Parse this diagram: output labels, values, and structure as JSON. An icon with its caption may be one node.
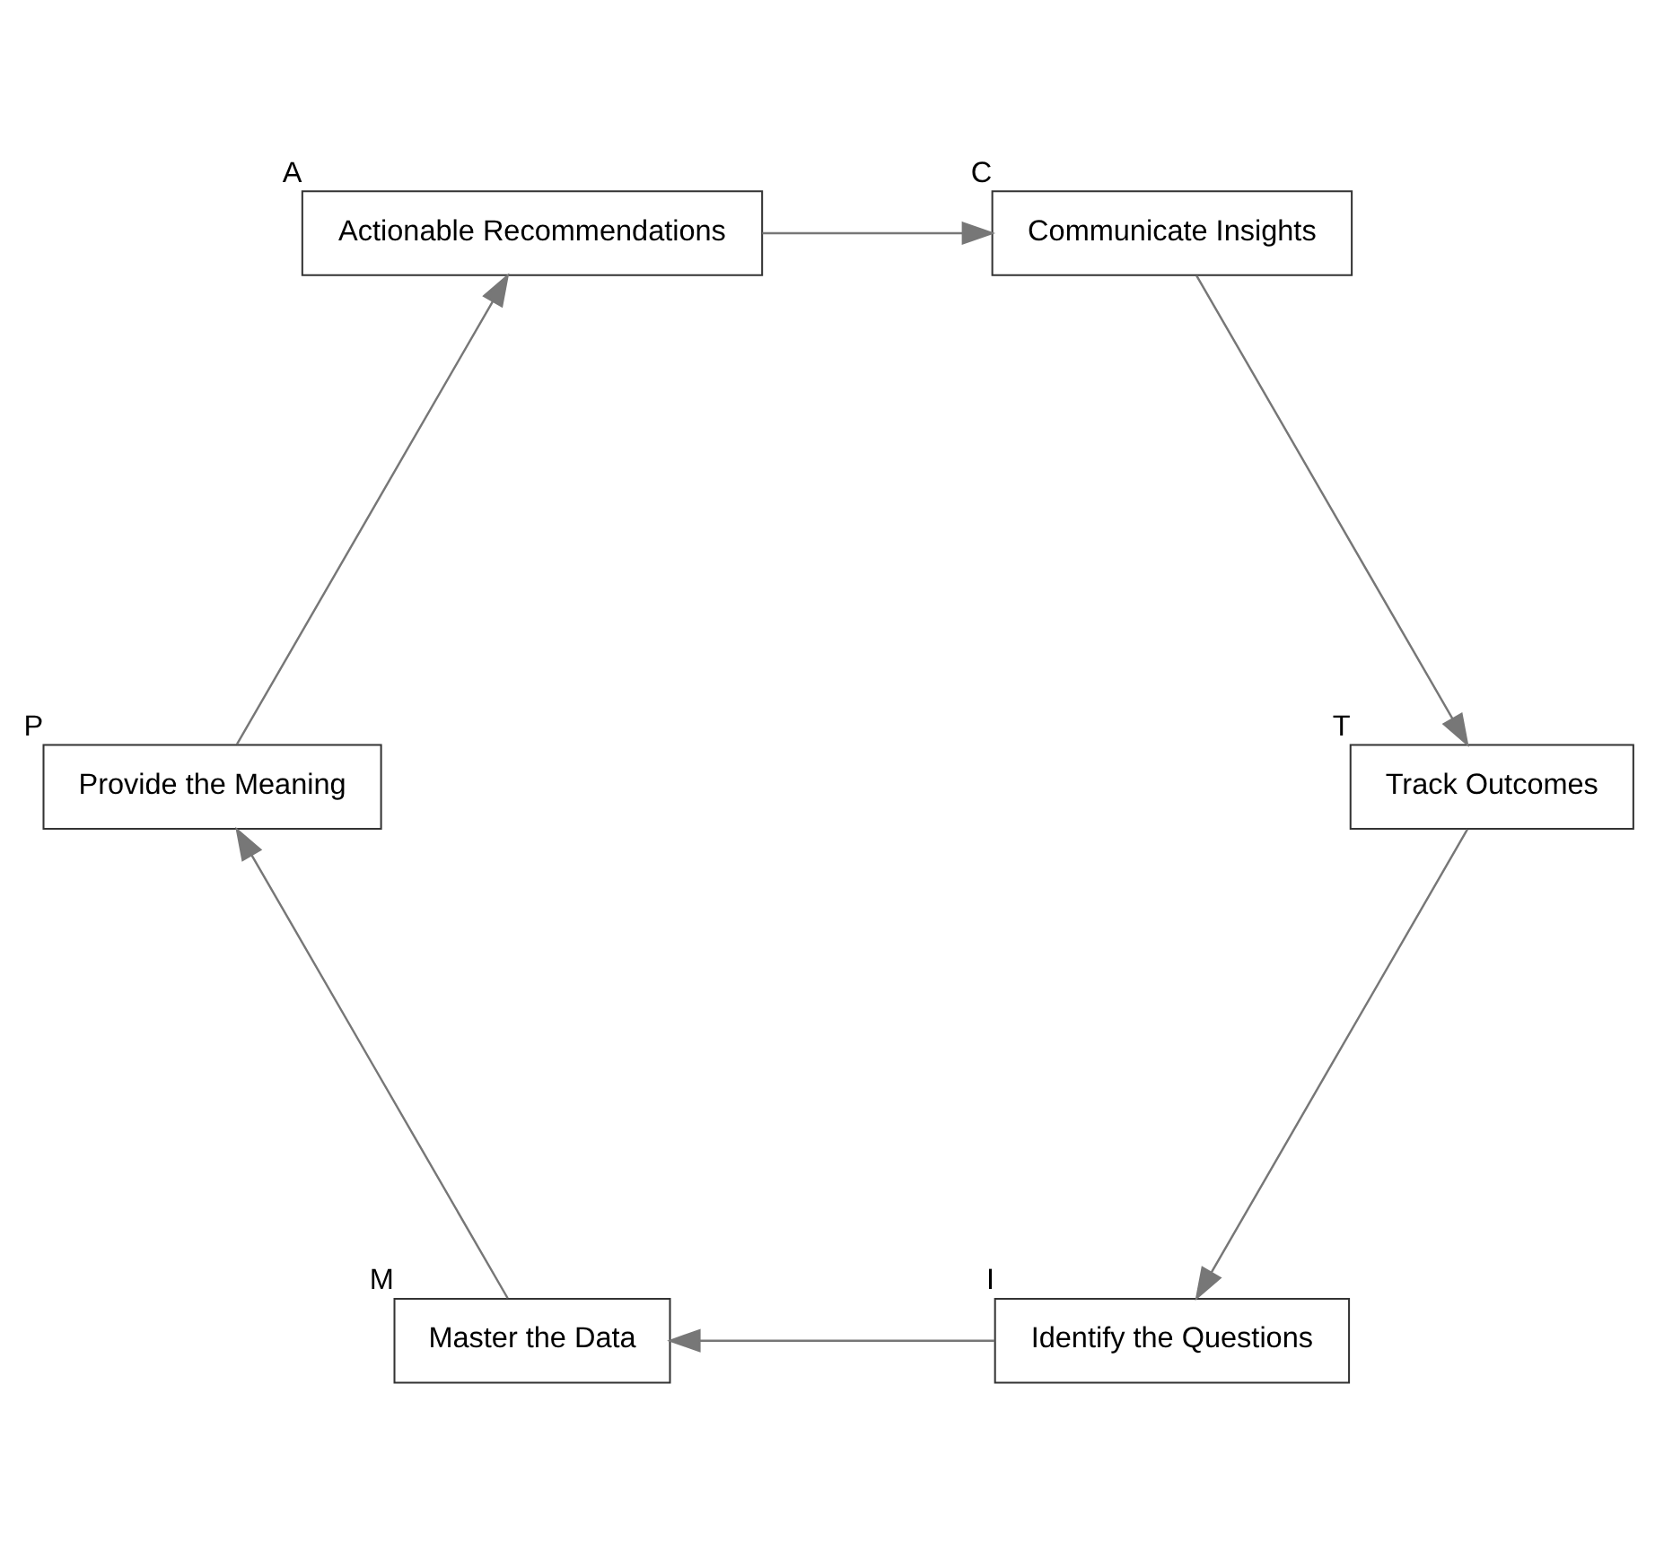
{
  "diagram": {
    "nodes": [
      {
        "text": [
          "Identify the Questions"
        ],
        "beside": [
          "I"
        ]
      },
      {
        "text": [
          "Track Outcomes"
        ],
        "beside": [
          "T"
        ]
      },
      {
        "text": [
          "Master the Data"
        ],
        "beside": [
          "M"
        ]
      },
      {
        "text": [
          "Communicate Insights"
        ],
        "beside": [
          "C"
        ]
      },
      {
        "text": [
          "Provide the Meaning"
        ],
        "beside": [
          "P"
        ]
      },
      {
        "text": [
          "Actionable Recommendations"
        ],
        "beside": [
          "A"
        ]
      }
    ],
    "edges": [
      {
        "from": 0,
        "to": 2,
        "arrow": "to"
      },
      {
        "from": 2,
        "to": 4,
        "arrow": "to"
      },
      {
        "from": 4,
        "to": 5,
        "arrow": "to"
      },
      {
        "from": 5,
        "to": 3,
        "arrow": "to"
      },
      {
        "from": 3,
        "to": 1,
        "arrow": "to"
      },
      {
        "from": 1,
        "to": 0,
        "arrow": "to"
      }
    ]
  }
}
